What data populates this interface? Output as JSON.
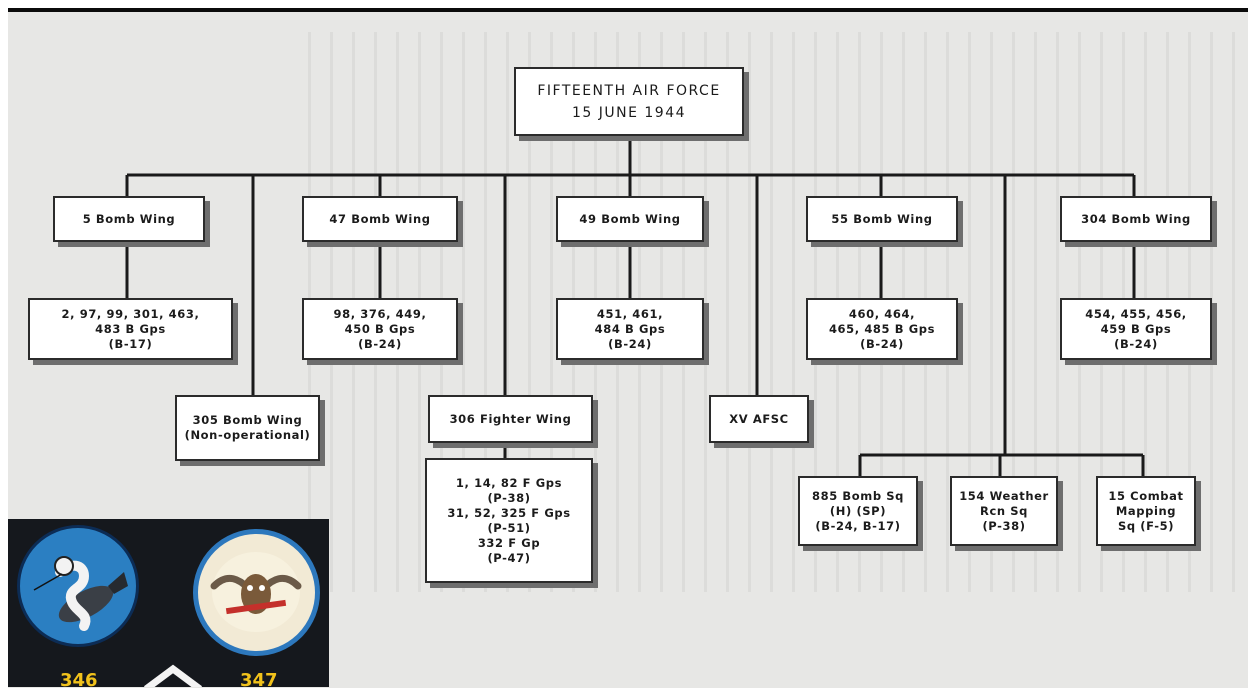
{
  "chart": {
    "title_line1": "FIFTEENTH AIR FORCE",
    "title_line2": "15 JUNE 1944",
    "wings": [
      {
        "name": "5 Bomb Wing",
        "groups": [
          "2, 97, 99, 301, 463,",
          "483 B Gps",
          "(B-17)"
        ]
      },
      {
        "name": "47 Bomb Wing",
        "groups": [
          "98, 376, 449,",
          "450 B Gps",
          "(B-24)"
        ]
      },
      {
        "name": "49 Bomb Wing",
        "groups": [
          "451, 461,",
          "484 B Gps",
          "(B-24)"
        ]
      },
      {
        "name": "55 Bomb Wing",
        "groups": [
          "460, 464,",
          "465, 485 B Gps",
          "(B-24)"
        ]
      },
      {
        "name": "304 Bomb Wing",
        "groups": [
          "454, 455, 456,",
          "459 B Gps",
          "(B-24)"
        ]
      }
    ],
    "bomb_wing_305": [
      "305 Bomb Wing",
      "(Non-operational)"
    ],
    "fighter_wing": {
      "name": "306 Fighter Wing",
      "groups": [
        "1, 14, 82 F Gps",
        "(P-38)",
        "31, 52, 325 F Gps",
        "(P-51)",
        "332 F Gp",
        "(P-47)"
      ]
    },
    "afsc": "XV AFSC",
    "squadrons": [
      [
        "885 Bomb Sq",
        "(H) (SP)",
        "(B-24, B-17)"
      ],
      [
        "154 Weather",
        "Rcn Sq",
        "(P-38)"
      ],
      [
        "15 Combat",
        "Mapping",
        "Sq (F-5)"
      ]
    ]
  },
  "insignia": {
    "left_number": "346",
    "right_number": "347",
    "left_icon": "bomb-riding-figure-icon",
    "right_icon": "winged-ox-icon"
  },
  "colors": {
    "line": "#1a1a1a",
    "box_shadow": "#6e6e6e",
    "paper": "#e7e7e5",
    "insignia_bg": "#15181d",
    "patch_blue": "#2b7fc2",
    "patch_gold": "#f1c21b"
  }
}
